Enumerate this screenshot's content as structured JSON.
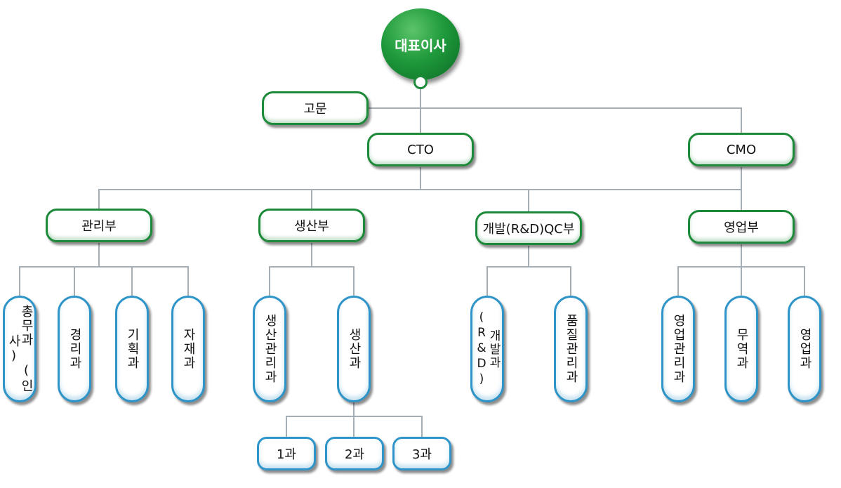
{
  "ceo": "대표이사",
  "advisor": "고문",
  "cto": "CTO",
  "cmo": "CMO",
  "departments": {
    "admin": "관리부",
    "production": "생산부",
    "rnd_qc": "개발(R&D)QC부",
    "sales": "영업부"
  },
  "teams": {
    "general_affairs": "총무과 (인사)",
    "accounting": "경리과",
    "planning": "기획과",
    "materials": "자재과",
    "production_mgmt": "생산관리과",
    "production": "생산과",
    "development": "개발과(R&D)",
    "quality_mgmt": "품질관리과",
    "sales_mgmt": "영업관리과",
    "trade": "무역과",
    "sales": "영업과"
  },
  "sub_teams": {
    "team1": "1과",
    "team2": "2과",
    "team3": "3과"
  },
  "colors": {
    "green_accent": "#1d8a3a",
    "blue_accent": "#2f95c9",
    "connector": "#a6aeb5"
  }
}
